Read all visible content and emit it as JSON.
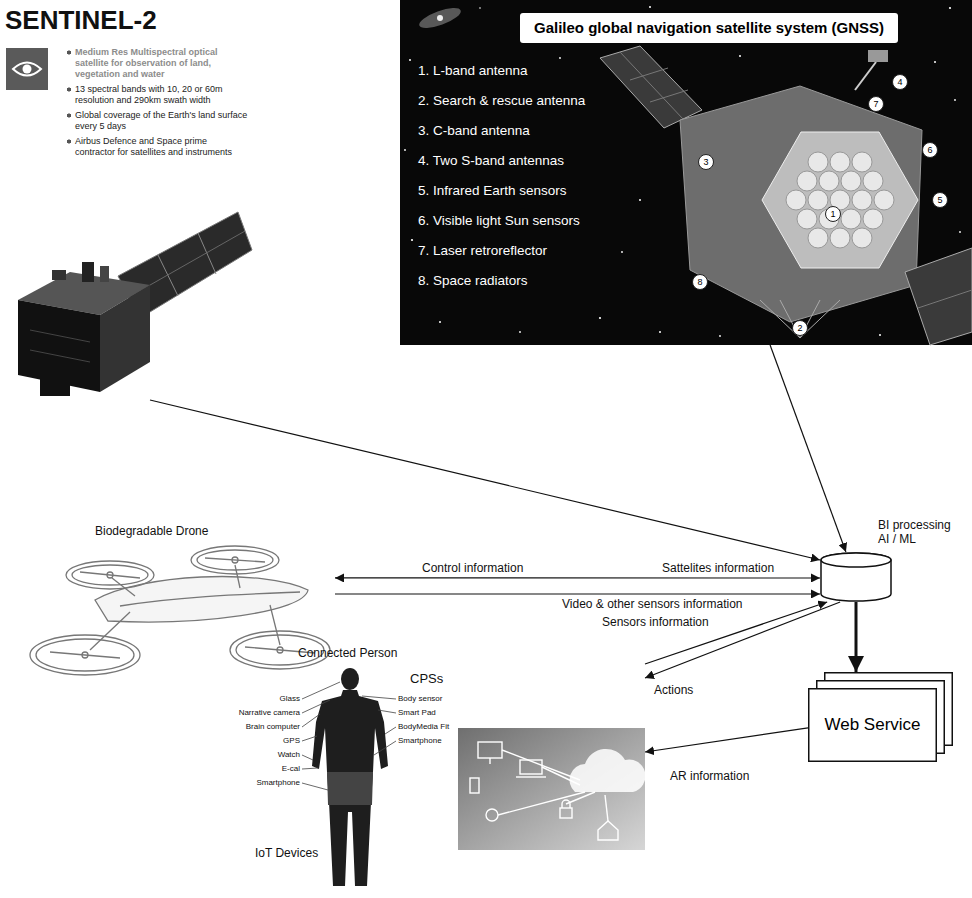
{
  "diagram": {
    "nodes": [
      {
        "text": [
          "SENTINEL-2",
          "Medium Res Multispectral optical satellite for observation of land, vegetation and water",
          "13 spectral bands with 10, 20 or 60m resolution and 290km swath width",
          "Global coverage of the Earth's land surface every 5 days",
          "Airbus Defence and Space prime contractor for satellites and instruments"
        ]
      },
      {
        "text": [
          "Galileo global navigation satellite system (GNSS)",
          "1. L-band antenna",
          "2. Search & rescue antenna",
          "3. C-band antenna",
          "4. Two S-band antennas",
          "5. Infrared Earth sensors",
          "6. Visible light Sun sensors",
          "7. Laser retroreflector",
          "8. Space radiators"
        ]
      },
      {
        "text": [
          "Biodegradable Drone"
        ]
      },
      {
        "text": [
          "BI processing AI / ML"
        ]
      },
      {
        "text": [
          "Web Service"
        ]
      },
      {
        "text": [
          "Connected Person",
          "CPSs",
          "IoT Devices"
        ]
      }
    ],
    "edges": [
      {
        "from": 0,
        "to": 3,
        "label": "Sattelites information",
        "arrow": "to"
      },
      {
        "from": 1,
        "to": 3,
        "arrow": "to"
      },
      {
        "from": 2,
        "to": 3,
        "label": "Control information",
        "arrow": "both"
      },
      {
        "from": 2,
        "to": 3,
        "label": "Video & other sensors information",
        "arrow": "to"
      },
      {
        "from": 5,
        "to": 3,
        "label": "Sensors information",
        "arrow": "to"
      },
      {
        "from": 3,
        "to": 5,
        "label": "Actions",
        "arrow": "to"
      },
      {
        "from": 3,
        "to": 4,
        "arrow": "to"
      },
      {
        "from": 4,
        "to": 5,
        "label": "AR information",
        "arrow": "to"
      }
    ],
    "labels": [
      "1",
      "2",
      "3",
      "4",
      "5",
      "6",
      "7",
      "8",
      "Glass",
      "Narrative camera",
      "Brain computer",
      "GPS",
      "Watch",
      "E-cal",
      "Smartphone",
      "Body sensor",
      "Smart Pad",
      "BodyMedia Fit",
      "Smartphone"
    ]
  }
}
